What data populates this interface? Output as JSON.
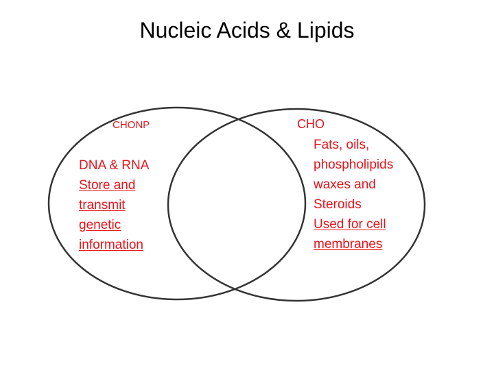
{
  "title": "Nucleic Acids & Lipids",
  "colors": {
    "text_red": "#e8131b",
    "circle_stroke": "#333333",
    "title": "#000000"
  },
  "left_set": {
    "label": "CHONP",
    "lines": [
      {
        "text": "DNA & RNA",
        "underline": false
      },
      {
        "text": "Store and",
        "underline": true
      },
      {
        "text": "transmit",
        "underline": true
      },
      {
        "text": "genetic",
        "underline": true
      },
      {
        "text": "information",
        "underline": true
      }
    ]
  },
  "right_set": {
    "label": "CHO",
    "lines": [
      {
        "text": "Fats, oils,",
        "underline": false
      },
      {
        "text": "phospholipids",
        "underline": false
      },
      {
        "text": "waxes and",
        "underline": false
      },
      {
        "text": "Steroids",
        "underline": false
      },
      {
        "text": "Used for cell",
        "underline": true
      },
      {
        "text": "membranes",
        "underline": true
      }
    ]
  }
}
